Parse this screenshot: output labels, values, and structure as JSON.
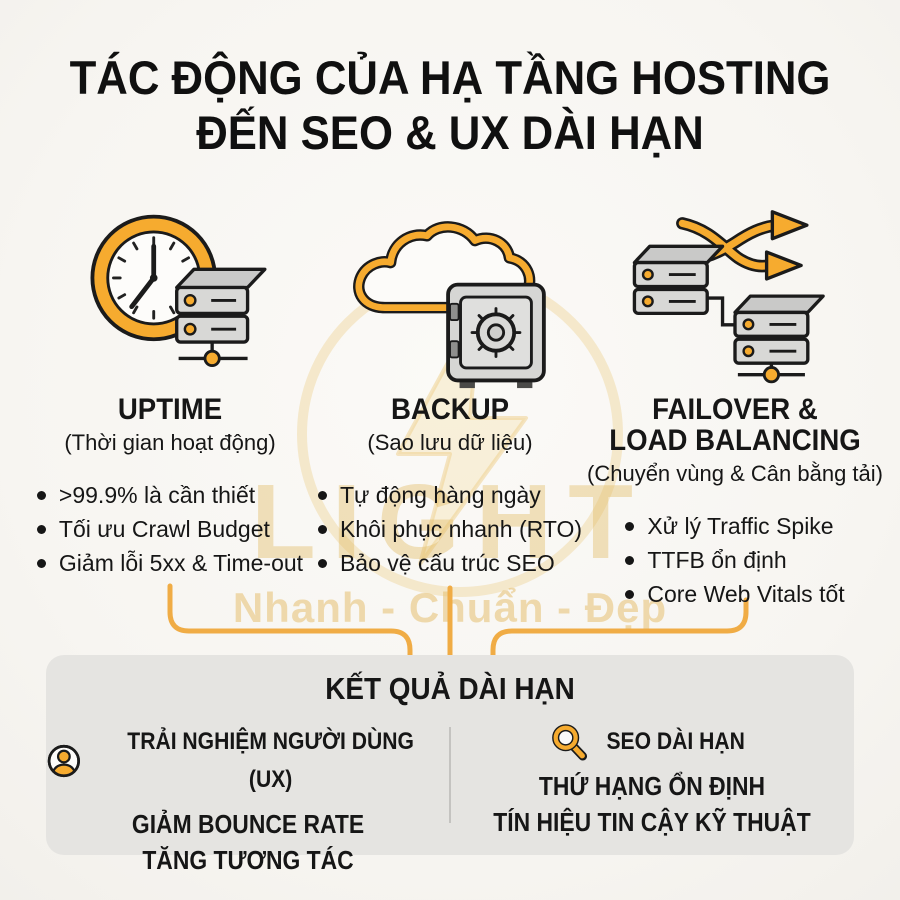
{
  "title": {
    "line1": "TÁC ĐỘNG CỦA HẠ TẦNG HOSTING",
    "line2": "ĐẾN SEO & UX DÀI HẠN"
  },
  "columns": [
    {
      "icon": "clock-server-icon",
      "heading": "UPTIME",
      "subtitle": "(Thời gian hoạt động)",
      "bullets": [
        ">99.9% là cần thiết",
        "Tối ưu Crawl Budget",
        "Giảm lỗi 5xx & Time-out"
      ]
    },
    {
      "icon": "cloud-safe-icon",
      "heading": "BACKUP",
      "subtitle": "(Sao lưu dữ liệu)",
      "bullets": [
        "Tự động hàng ngày",
        "Khôi phục nhanh (RTO)",
        "Bảo vệ cấu trúc SEO"
      ]
    },
    {
      "icon": "failover-servers-icon",
      "heading": "FAILOVER &",
      "heading2": "LOAD BALANCING",
      "subtitle": "(Chuyển vùng & Cân bằng tải)",
      "bullets": [
        "Xử lý Traffic Spike",
        "TTFB ổn định",
        "Core Web Vitals tốt"
      ]
    }
  ],
  "result_box": {
    "title": "KẾT QUẢ DÀI HẠN",
    "ux": {
      "icon": "user-icon",
      "heading": "TRẢI NGHIỆM NGƯỜI DÙNG (UX)",
      "line1": "GIẢM BOUNCE RATE",
      "line2": "TĂNG TƯƠNG TÁC"
    },
    "seo": {
      "icon": "magnifier-icon",
      "heading": "SEO DÀI HẠN",
      "line1": "THỨ HẠNG ỔN ĐỊNH",
      "line2": "TÍN HIỆU TIN CẬY KỸ THUẬT"
    }
  },
  "watermark": {
    "brand": "LIGHT",
    "tagline": "Nhanh - Chuẩn - Đẹp"
  },
  "colors": {
    "accent": "#F6AB2F",
    "connector": "#F0AC45",
    "panel_bg": "#E5E4E1",
    "text": "#161616",
    "background": "#F7F5F1",
    "watermark_gold": "#E2B85E"
  }
}
